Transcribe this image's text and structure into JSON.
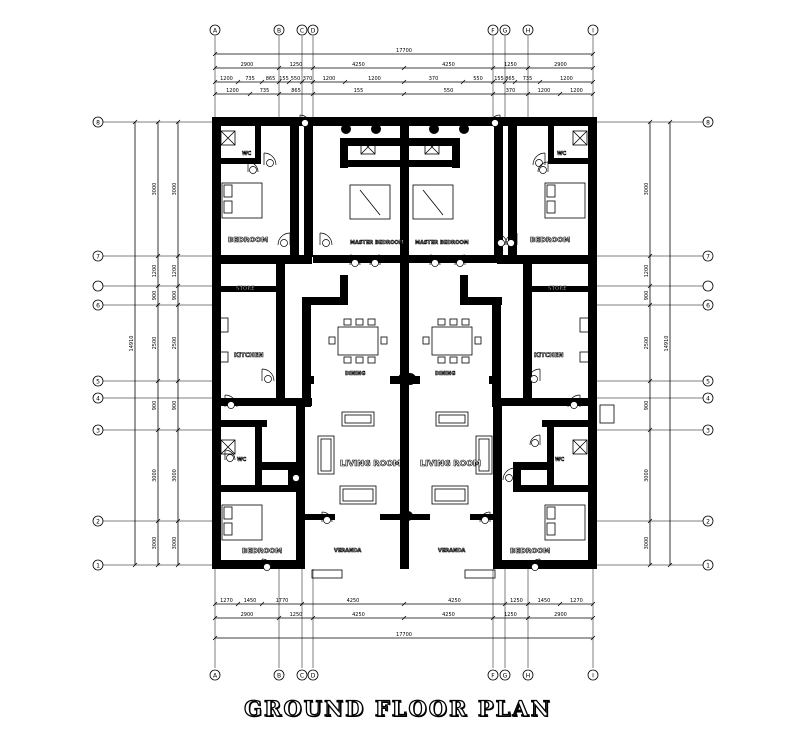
{
  "title": "GROUND FLOOR PLAN",
  "colors": {
    "wall": "#000000",
    "line": "#000000",
    "background": "#ffffff"
  },
  "grid_top": [
    "A",
    "B",
    "C",
    "D",
    "F",
    "G",
    "H",
    "I"
  ],
  "grid_bottom": [
    "A",
    "B",
    "C",
    "D",
    "F",
    "G",
    "H",
    "I"
  ],
  "grid_left": [
    "8",
    "7",
    "6",
    "5",
    "4",
    "3",
    "2",
    "1"
  ],
  "grid_right": [
    "8",
    "7",
    "6",
    "5",
    "4",
    "3",
    "2",
    "1"
  ],
  "overall_width": "17700",
  "overall_height": "14910",
  "dims_top_row2": [
    "2900",
    "1250",
    "4250",
    "4250",
    "1250",
    "2900"
  ],
  "dims_top_row3": [
    "1200",
    "735",
    "865",
    "155",
    "550",
    "370",
    "1200",
    "1200",
    "370",
    "550",
    "155",
    "865",
    "735",
    "1200"
  ],
  "dims_bottom_row1": [
    "1270",
    "1450",
    "1770",
    "4250",
    "4250",
    "1250",
    "1450",
    "1270"
  ],
  "dims_bottom_row2": [
    "2900",
    "1250",
    "4250",
    "4250",
    "1250",
    "2900"
  ],
  "dims_side": [
    "3000",
    "1200",
    "900",
    "2500",
    "900",
    "3000",
    "3000"
  ],
  "rooms": {
    "bedroom_tl": "BEDROOM",
    "bedroom_tr": "BEDROOM",
    "bedroom_bl": "BEDROOM",
    "bedroom_br": "BEDROOM",
    "master_l": "MASTER BEDROOM",
    "master_r": "MASTER BEDROOM",
    "dining_l": "DINING",
    "dining_r": "DINING",
    "kitchen_l": "KITCHEN",
    "kitchen_r": "KITCHEN",
    "store_l": "STORE",
    "store_r": "STORE",
    "living_l": "LIVING ROOM",
    "living_r": "LIVING ROOM",
    "veranda_l": "VERANDA",
    "veranda_r": "VERANDA",
    "toilet_tl": "WC",
    "toilet_tr": "WC",
    "toilet_bl": "WC",
    "toilet_br": "WC"
  }
}
